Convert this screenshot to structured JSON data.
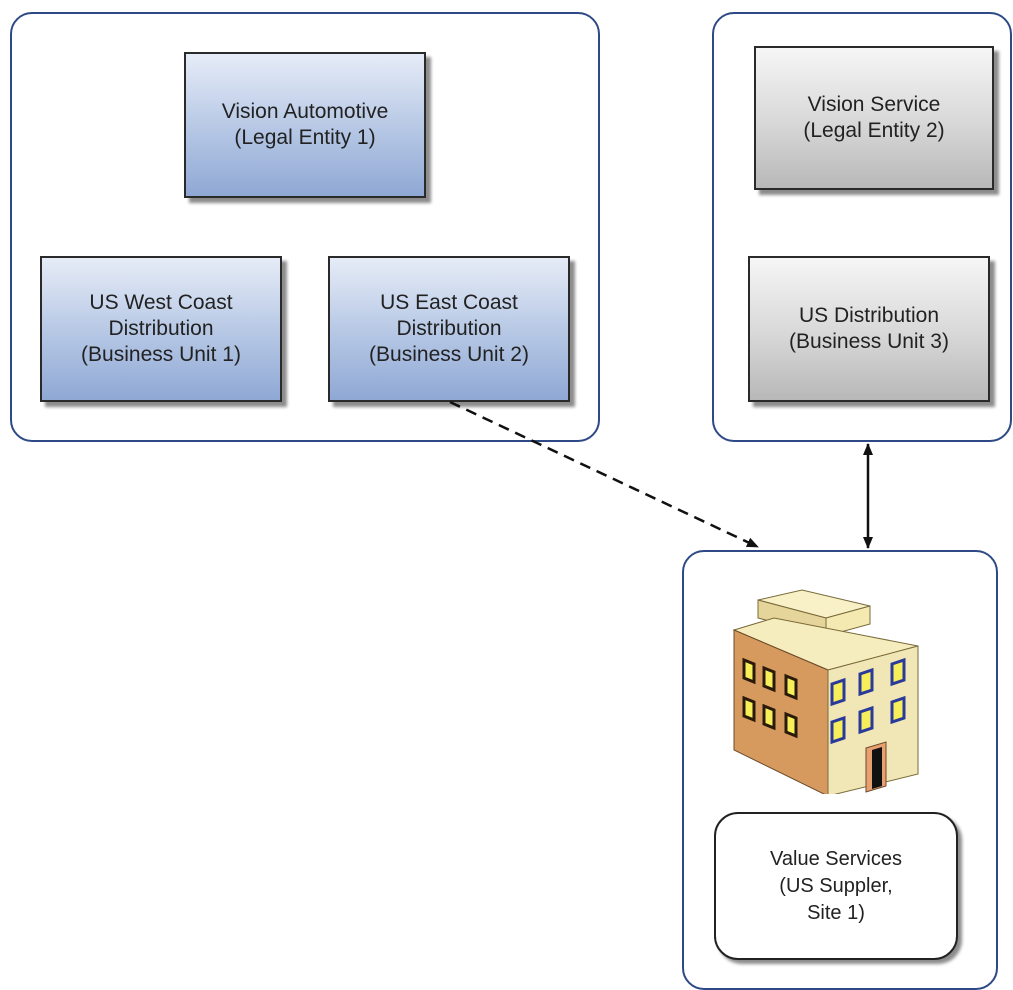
{
  "groups": {
    "legal_entity_1": {
      "entity": "Vision Automotive\n(Legal Entity 1)",
      "business_units": [
        "US West Coast\nDistribution\n(Business Unit 1)",
        "US East Coast\nDistribution\n(Business Unit 2)"
      ]
    },
    "legal_entity_2": {
      "entity": "Vision Service\n(Legal Entity 2)",
      "business_units": [
        "US Distribution\n(Business Unit 3)"
      ]
    },
    "supplier": {
      "label": "Value Services\n(US Suppler,\nSite 1)",
      "icon": "building-icon"
    }
  },
  "connectors": [
    {
      "from": "US East Coast Distribution (Business Unit 2)",
      "to": "Value Services (US Suppler, Site 1)",
      "style": "dashed",
      "direction": "one-way"
    },
    {
      "from": "US Distribution (Business Unit 3)",
      "to": "Value Services (US Suppler, Site 1)",
      "style": "solid",
      "direction": "two-way"
    }
  ],
  "colors": {
    "group_border": "#2e4a86",
    "blue_box": "#b4c6e4",
    "gray_box": "#d7d7d7",
    "building_wall": "#f3e9b8",
    "building_window": "#f7ef5a"
  }
}
